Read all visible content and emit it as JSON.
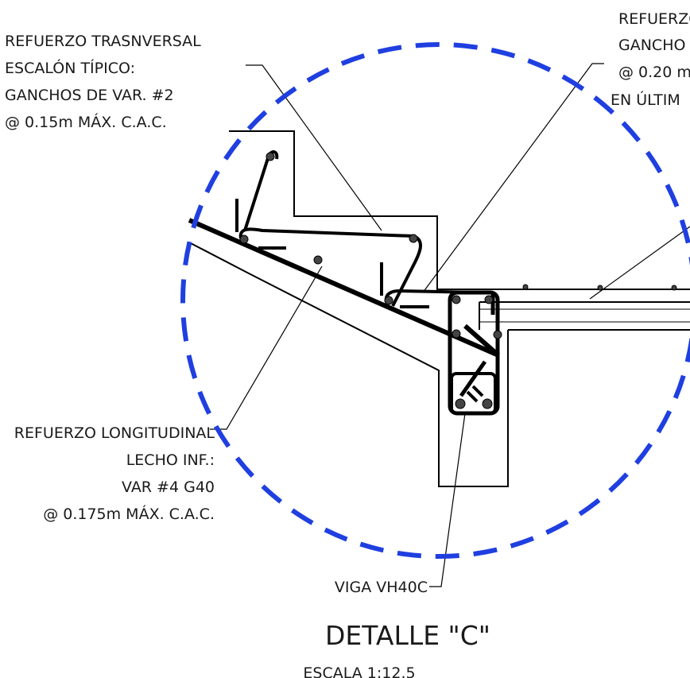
{
  "labels": {
    "transversal": [
      "REFUERZO TRASNVERSAL",
      "ESCALÓN TÍPICO:",
      "GANCHOS DE VAR. #2",
      "@ 0.15m MÁX. C.A.C."
    ],
    "top_right": [
      "REFUERZO",
      "GANCHO",
      "@ 0.20 m",
      "EN ÚLTIM"
    ],
    "longitudinal": [
      "REFUERZO LONGITUDINAL",
      "LECHO INF.:",
      "VAR #4 G40",
      "@ 0.175m MÁX. C.A.C."
    ],
    "beam": "VIGA VH40C"
  },
  "title": "DETALLE \"C\"",
  "scale": "ESCALA 1:12.5",
  "colors": {
    "detail_circle": "#1f3fe0",
    "line": "#000000",
    "text": "#1a1a1a"
  }
}
